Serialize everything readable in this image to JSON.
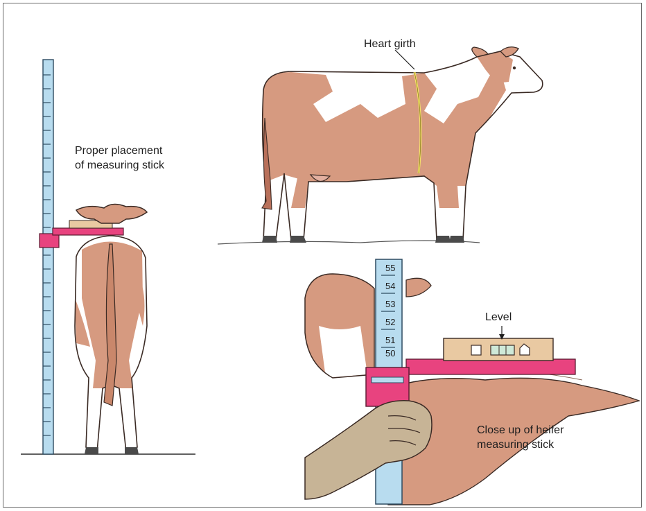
{
  "colors": {
    "cow_patch": "#d69a80",
    "cow_outline": "#3a2a24",
    "stick_blue": "#b8dcef",
    "stick_pink": "#e8437f",
    "level_wood": "#e9c9a2",
    "tape_yellow": "#f3e066",
    "glove": "#c7b496"
  },
  "labels": {
    "placement_line1": "Proper placement",
    "placement_line2": "of measuring stick",
    "heart_girth": "Heart girth",
    "level": "Level",
    "closeup_line1": "Close up of heifer",
    "closeup_line2": "measuring stick"
  },
  "stick_numbers": [
    "55",
    "54",
    "53",
    "52",
    "51",
    "50"
  ]
}
